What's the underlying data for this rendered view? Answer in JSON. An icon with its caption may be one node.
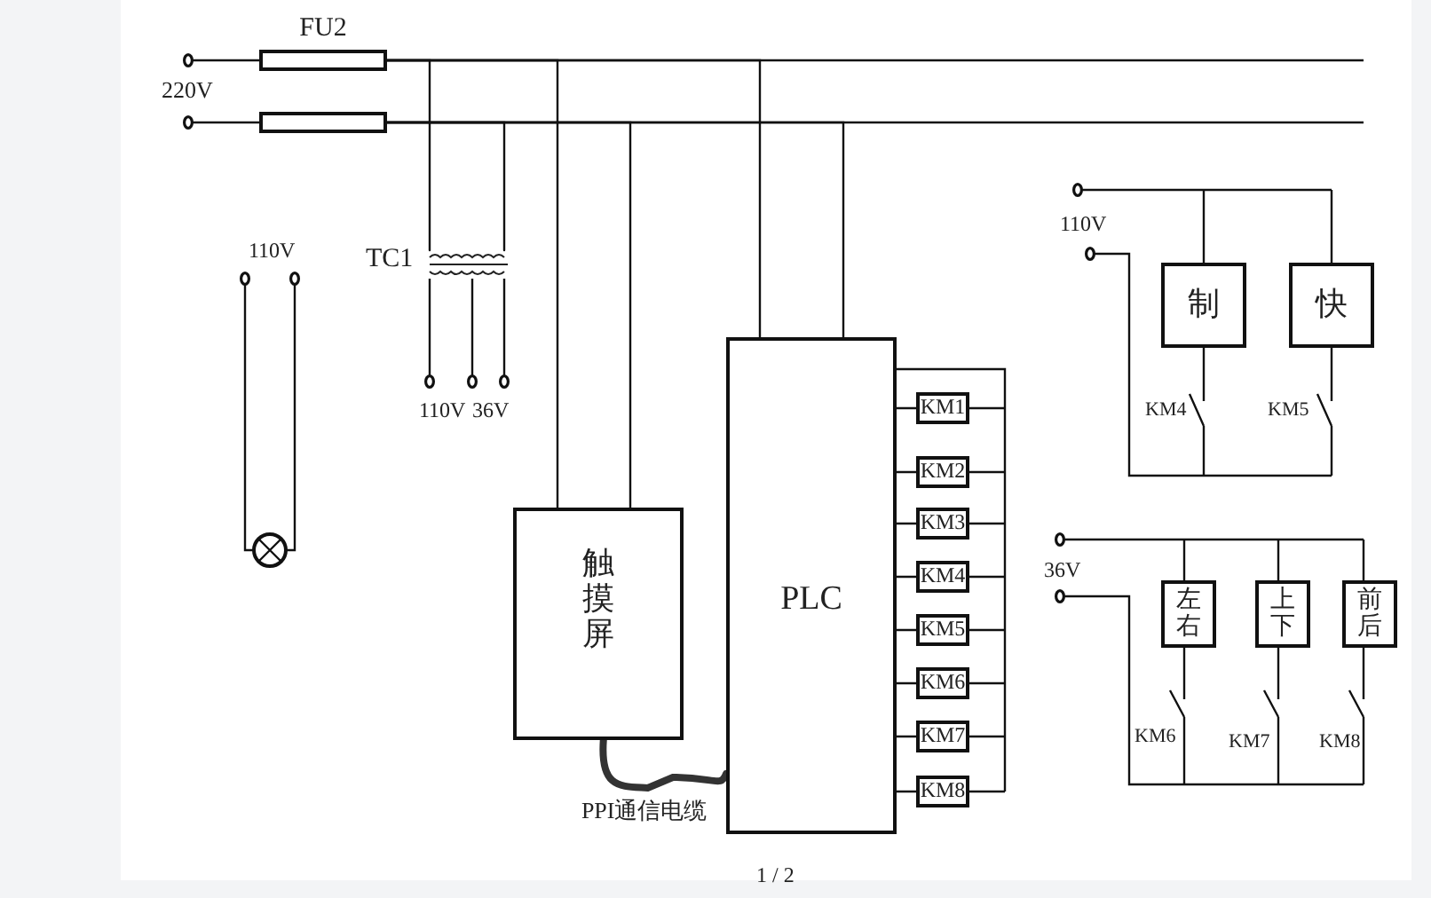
{
  "diagram": {
    "nodes": [
      {
        "text": [
          "FU2"
        ]
      },
      {
        "text": [],
        "shape": "box"
      },
      {
        "text": [
          "TC1"
        ]
      },
      {
        "text": [
          "触摸屏"
        ]
      },
      {
        "text": [
          "PLC"
        ]
      },
      {
        "text": [
          "KM1"
        ]
      },
      {
        "text": [
          "KM2"
        ]
      },
      {
        "text": [
          "KM3"
        ]
      },
      {
        "text": [
          "KM4"
        ]
      },
      {
        "text": [
          "KM5"
        ]
      },
      {
        "text": [
          "KM6"
        ]
      },
      {
        "text": [
          "KM7"
        ]
      },
      {
        "text": [
          "KM8"
        ]
      },
      {
        "text": [
          "制"
        ]
      },
      {
        "text": [
          "快"
        ]
      },
      {
        "text": [
          "左右"
        ]
      },
      {
        "text": [
          "上下"
        ]
      },
      {
        "text": [
          "前后"
        ]
      }
    ],
    "edges": [
      {
        "from": 0,
        "to": 2,
        "arrow": "none"
      },
      {
        "from": 1,
        "to": 2,
        "arrow": "none"
      },
      {
        "from": 0,
        "to": 3,
        "arrow": "none"
      },
      {
        "from": 1,
        "to": 3,
        "arrow": "none"
      },
      {
        "from": 0,
        "to": 4,
        "arrow": "none"
      },
      {
        "from": 1,
        "to": 4,
        "arrow": "none"
      },
      {
        "from": 3,
        "to": 4,
        "arrow": "none",
        "label": "PPI通信电缆",
        "style": "thick",
        "color": "#333333"
      },
      {
        "from": 4,
        "to": 5,
        "arrow": "none"
      },
      {
        "from": 4,
        "to": 6,
        "arrow": "none"
      },
      {
        "from": 4,
        "to": 7,
        "arrow": "none"
      },
      {
        "from": 4,
        "to": 8,
        "arrow": "none"
      },
      {
        "from": 4,
        "to": 9,
        "arrow": "none"
      },
      {
        "from": 4,
        "to": 10,
        "arrow": "none"
      },
      {
        "from": 4,
        "to": 11,
        "arrow": "none"
      },
      {
        "from": 4,
        "to": 12,
        "arrow": "none"
      }
    ],
    "labels": [
      "220V",
      "110V",
      "110V",
      "36V",
      "110V",
      "KM4",
      "KM5",
      "36V",
      "KM6",
      "KM7",
      "KM8",
      "1 / 2"
    ]
  }
}
